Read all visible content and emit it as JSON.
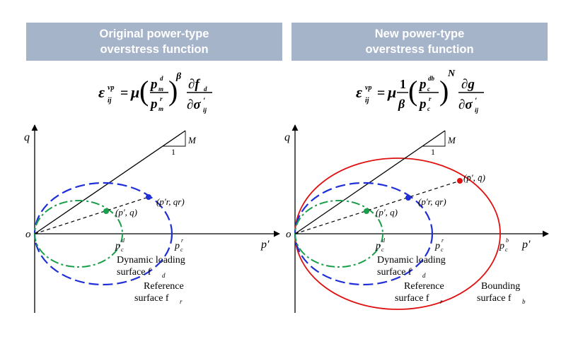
{
  "headers": {
    "left": {
      "line1": "Original power-type",
      "line2": "overstress function"
    },
    "right": {
      "line1": "New power-type",
      "line2": "overstress function"
    }
  },
  "colors": {
    "header_bg": "#a6b4c9",
    "header_text": "#ffffff",
    "reference_surface": "#1f2fd6",
    "dynamic_loading_surface": "#1a9e4a",
    "bounding_surface": "#e01010",
    "axes": "#000000"
  },
  "equations": {
    "left": {
      "lhs": "ε",
      "lhs_sub": "ij",
      "lhs_sup": "vp",
      "equals": "=",
      "mu": "μ",
      "frac_num": "p",
      "frac_num_sub": "m",
      "frac_num_sup": "d",
      "frac_den": "p",
      "frac_den_sub": "m",
      "frac_den_sup": "r",
      "exponent": "β",
      "deriv_num": "∂f",
      "deriv_num_sub": "d",
      "deriv_den": "∂σ",
      "deriv_den_sub": "ij",
      "deriv_den_prime": "′"
    },
    "right": {
      "lhs": "ε",
      "lhs_sub": "ij",
      "lhs_sup": "vp",
      "equals": "=",
      "mu": "μ",
      "coef_num": "1",
      "coef_den": "β",
      "frac_num": "p",
      "frac_num_sub": "c",
      "frac_num_sup": "db",
      "frac_den": "p",
      "frac_den_sub": "c",
      "frac_den_sup": "r",
      "exponent": "N",
      "deriv_num": "∂g",
      "deriv_den": "∂σ",
      "deriv_den_sub": "ij",
      "deriv_den_prime": "′"
    }
  },
  "left_panel": {
    "axis_q": "q",
    "axis_p": "p′",
    "origin": "o",
    "slope_label": "M",
    "slope_run": "1",
    "point_dynamic": "(p′, q)",
    "point_reference": "(p′r, qr)",
    "pcd_label": "p",
    "pcd_sub": "c",
    "pcd_sup": "d",
    "pcr_label": "p",
    "pcr_sub": "c",
    "pcr_sup": "r",
    "dynamic_surface_line1": "Dynamic loading",
    "dynamic_surface_line2": "surface f",
    "dynamic_surface_sub": "d",
    "reference_surface_line1": "Reference",
    "reference_surface_line2": "surface f",
    "reference_surface_sub": "r"
  },
  "right_panel": {
    "axis_q": "q",
    "axis_p": "p′",
    "origin": "o",
    "slope_label": "M",
    "slope_run": "1",
    "point_dynamic": "(p′, q)",
    "point_reference": "(p′r, qr)",
    "point_bounding": "(p̄′, q̄)",
    "pcd_label": "p",
    "pcd_sub": "c",
    "pcd_sup": "d",
    "pcr_label": "p",
    "pcr_sub": "c",
    "pcr_sup": "r",
    "pcb_label": "p",
    "pcb_sub": "c",
    "pcb_sup": "b",
    "dynamic_surface_line1": "Dynamic loading",
    "dynamic_surface_line2": "surface f",
    "dynamic_surface_sub": "d",
    "reference_surface_line1": "Reference",
    "reference_surface_line2": "surface f",
    "reference_surface_sub": "r",
    "bounding_surface_line1": "Bounding",
    "bounding_surface_line2": "surface f",
    "bounding_surface_sub": "b"
  }
}
